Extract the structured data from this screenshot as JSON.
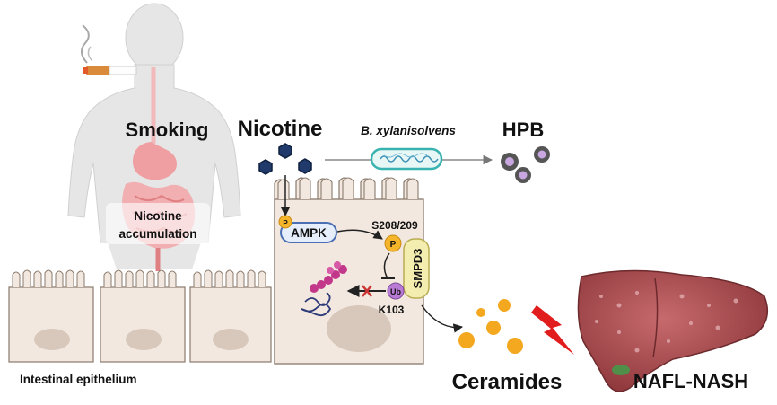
{
  "labels": {
    "smoking": "Smoking",
    "nicotine": "Nicotine",
    "bacterium": "B. xylanisolvens",
    "hpb": "HPB",
    "nicotine_accumulation_line1": "Nicotine",
    "nicotine_accumulation_line2": "accumulation",
    "ampk": "AMPK",
    "phospho_site": "S208/209",
    "smpd3": "SMPD3",
    "phospho_p": "P",
    "ubiquitin": "Ub",
    "lysine_site": "K103",
    "intestinal_epithelium": "Intestinal epithelium",
    "ceramides": "Ceramides",
    "nafl_nash": "NAFL-NASH"
  },
  "colors": {
    "nicotine_hex": "#1f3a6b",
    "cell_fill": "#f2e8df",
    "cell_stroke": "#8a7a6d",
    "nucleus": "#d8c8bb",
    "ampk_fill": "#e6eefb",
    "ampk_stroke": "#4a6fb3",
    "phospho": "#f5b52b",
    "smpd3_fill": "#f3edb0",
    "ubiquitin": "#b97ad6",
    "ceramide": "#f3a81f",
    "lightning": "#e11d1d",
    "liver": "#a0464a",
    "hpb_ring": "#555555",
    "hpb_core": "#c8a6e0",
    "bacterium_stroke": "#39b3b0"
  }
}
